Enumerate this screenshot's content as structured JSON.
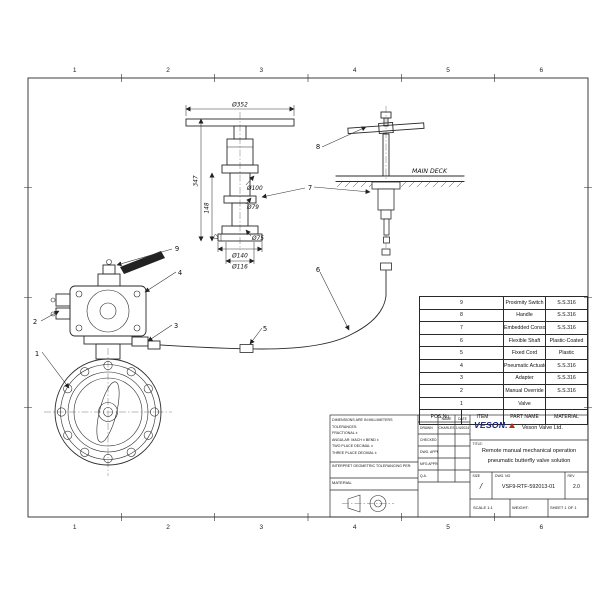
{
  "grid": {
    "top": [
      "1",
      "2",
      "3",
      "4",
      "5",
      "6"
    ],
    "bottom": [
      "1",
      "2",
      "3",
      "4",
      "5",
      "6"
    ]
  },
  "callouts": {
    "n1": "1",
    "n2": "2",
    "n3": "3",
    "n4": "4",
    "n5": "5",
    "n6": "6",
    "n7": "7",
    "n8": "8",
    "n9": "9"
  },
  "dims": {
    "dia352": "Ø352",
    "h347": "347",
    "h148": "148",
    "h12": "12",
    "dia100": "Ø100",
    "dia79": "Ø79",
    "dia75": "Ø75",
    "dia140": "Ø140",
    "dia116": "Ø116"
  },
  "labels": {
    "main_deck": "MAIN DECK"
  },
  "parts_table": {
    "headers": {
      "pos": "POS.No.",
      "item": "ITEM",
      "name": "PART NAME",
      "material": "MATERIAL"
    },
    "rows": [
      {
        "pos": "9",
        "name": "Proximity Switch",
        "material": "S.S.316"
      },
      {
        "pos": "8",
        "name": "Handle",
        "material": "S.S.316"
      },
      {
        "pos": "7",
        "name": "Embedded Console",
        "material": "S.S.316"
      },
      {
        "pos": "6",
        "name": "Flexible Shaft",
        "material": "Plastic-Coated"
      },
      {
        "pos": "5",
        "name": "Fixed Cord",
        "material": "Plastic"
      },
      {
        "pos": "4",
        "name": "Pneumatic Actuator",
        "material": "S.S.316"
      },
      {
        "pos": "3",
        "name": "Adapter",
        "material": "S.S.316"
      },
      {
        "pos": "2",
        "name": "Manual Override",
        "material": "S.S.316"
      },
      {
        "pos": "1",
        "name": "Valve",
        "material": ""
      }
    ]
  },
  "title_block": {
    "tolerances": [
      "DIMENSIONS ARE IN MILLIMETERS",
      "TOLERANCES:",
      "FRACTIONAL ±",
      "ANGULAR: MACH ±  BEND ±",
      "TWO PLACE DECIMAL   ±",
      "THREE PLACE DECIMAL ±"
    ],
    "interpret": "INTERPRET GEOMETRIC TOLERANCING PER:",
    "material_label": "MATERIAL",
    "approval": {
      "name_header": "NAME",
      "date_header": "DATE",
      "rows": [
        {
          "label": "DRAWN",
          "name": "CHARLES",
          "date": "1/4/2024"
        },
        {
          "label": "CHECKED",
          "name": "",
          "date": ""
        },
        {
          "label": "DWG. APPR.",
          "name": "",
          "date": ""
        },
        {
          "label": "MFG APPR.",
          "name": "",
          "date": ""
        },
        {
          "label": "Q.A.",
          "name": "",
          "date": ""
        }
      ]
    },
    "logo_text": "VESON.",
    "company_name": "Veson Valve Ltd.",
    "title_label": "TITLE:",
    "title_line1": "Remote manual mechanical operation",
    "title_line2": "pneumatic butterfly valve solution",
    "size_label": "SIZE",
    "size_value": "/",
    "dwg_no_label": "DWG. NO",
    "dwg_no_value": "VSF9-RTF-592013-01",
    "rev_label": "REV",
    "rev_value": "2.0",
    "scale_text": "SCALE 1:1",
    "weight_text": "WEIGHT:",
    "sheet_text": "SHEET 1 OF 1"
  },
  "colors": {
    "line": "#2a2a2a",
    "logo_navy": "#16267a",
    "logo_red": "#c0281e"
  }
}
